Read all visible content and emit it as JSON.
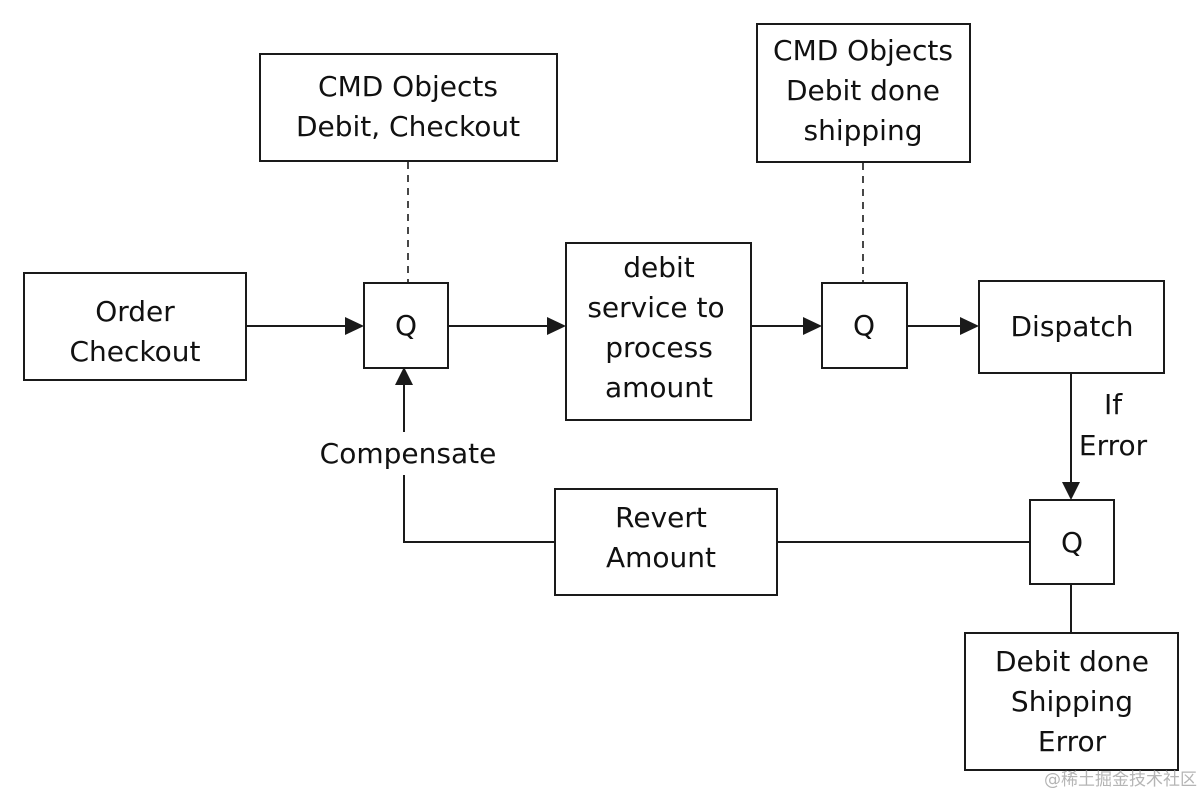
{
  "diagram": {
    "nodes": {
      "order_checkout": {
        "lines": [
          "Order",
          "Checkout"
        ]
      },
      "q1": {
        "lines": [
          "Q"
        ]
      },
      "cmd1": {
        "lines": [
          "CMD Objects",
          "Debit, Checkout"
        ]
      },
      "debit_service": {
        "lines": [
          "debit",
          "service to",
          "process",
          "amount"
        ]
      },
      "q2": {
        "lines": [
          "Q"
        ]
      },
      "cmd2": {
        "lines": [
          "CMD Objects",
          "Debit done",
          "shipping"
        ]
      },
      "dispatch": {
        "lines": [
          "Dispatch"
        ]
      },
      "q3": {
        "lines": [
          "Q"
        ]
      },
      "revert": {
        "lines": [
          "Revert",
          "Amount"
        ]
      },
      "debit_error": {
        "lines": [
          "Debit done",
          "Shipping",
          "Error"
        ]
      }
    },
    "edge_labels": {
      "if_error": [
        "If",
        "Error"
      ],
      "compensate": [
        "Compensate"
      ]
    }
  },
  "watermark": "@稀土掘金技术社区"
}
